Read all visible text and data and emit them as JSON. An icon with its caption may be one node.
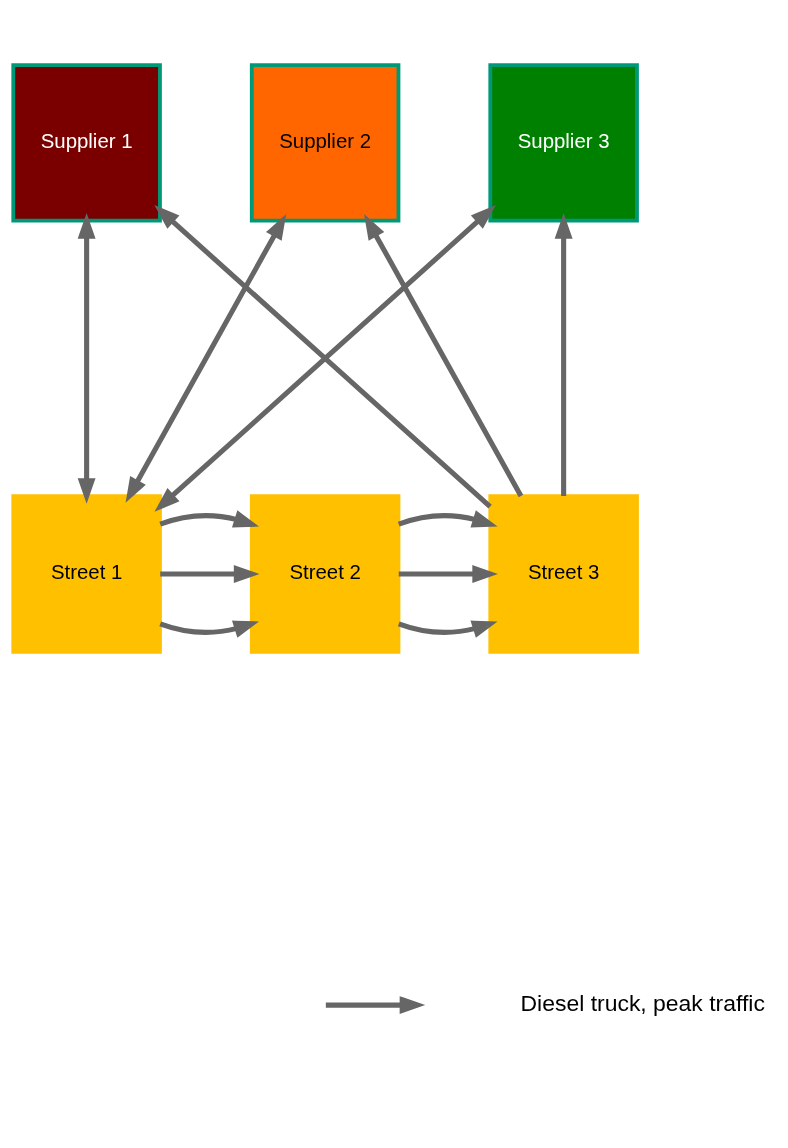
{
  "diagram": {
    "nodes": [
      {
        "text": [
          "Supplier 1"
        ]
      },
      {
        "text": [
          "Supplier 2"
        ]
      },
      {
        "text": [
          "Supplier 3"
        ]
      },
      {
        "text": [
          "Street 1"
        ]
      },
      {
        "text": [
          "Street 2"
        ]
      },
      {
        "text": [
          "Street 3"
        ]
      }
    ],
    "edges": [
      {
        "from": 3,
        "to": 0,
        "arrow": "both"
      },
      {
        "from": 3,
        "to": 1,
        "arrow": "both"
      },
      {
        "from": 3,
        "to": 2,
        "arrow": "both"
      },
      {
        "from": 5,
        "to": 0,
        "arrow": "to"
      },
      {
        "from": 5,
        "to": 1,
        "arrow": "to"
      },
      {
        "from": 5,
        "to": 2,
        "arrow": "to"
      },
      {
        "from": 3,
        "to": 4,
        "arrow": "to"
      },
      {
        "from": 3,
        "to": 4,
        "arrow": "to"
      },
      {
        "from": 3,
        "to": 4,
        "arrow": "to"
      },
      {
        "from": 4,
        "to": 5,
        "arrow": "to"
      },
      {
        "from": 4,
        "to": 5,
        "arrow": "to"
      },
      {
        "from": 4,
        "to": 5,
        "arrow": "to"
      }
    ],
    "legend": [
      {
        "text": "Diesel truck, peak traffic"
      }
    ]
  }
}
